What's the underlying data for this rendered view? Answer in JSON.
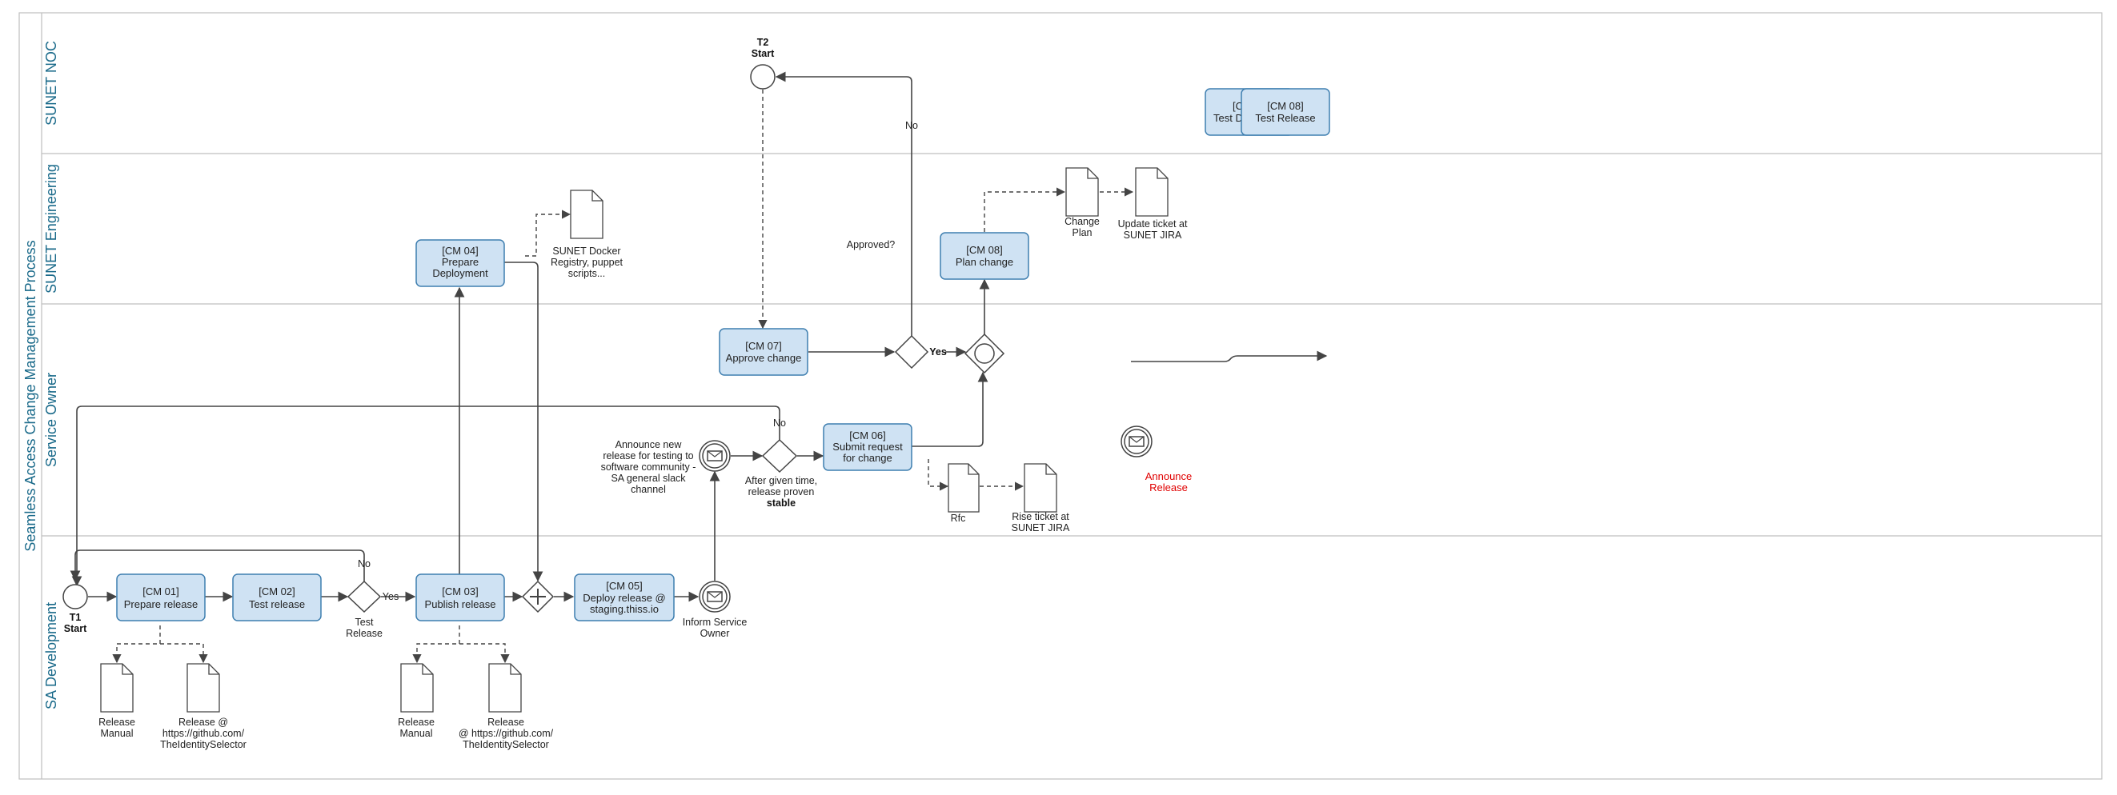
{
  "pool": {
    "title": "Seamless Access Change Management Process"
  },
  "lanes": {
    "noc": "SUNET NOC",
    "eng": "SUNET Engineering",
    "owner": "Service Owner",
    "dev": "SA Development"
  },
  "tasks": {
    "cm01": {
      "id": "[CM 01]",
      "name": "Prepare release"
    },
    "cm02": {
      "id": "[CM 02]",
      "name": "Test release"
    },
    "cm03": {
      "id": "[CM 03]",
      "name": "Publish release"
    },
    "cm04": {
      "id": "[CM 04]",
      "name1": "Prepare",
      "name2": "Deployment"
    },
    "cm05": {
      "id": "[CM 05]",
      "name1": "Deploy release @",
      "name2": "staging.thiss.io"
    },
    "cm06": {
      "id": "[CM 06]",
      "name1": "Submit request",
      "name2": "for change"
    },
    "cm07": {
      "id": "[CM 07]",
      "name": "Approve change"
    },
    "cm08plan": {
      "id": "[CM 08]",
      "name": "Plan change"
    },
    "cm08test": {
      "id": "[CM 08]",
      "name": "Test Release"
    },
    "cm_hidden": {
      "id": "[C",
      "name": "Test D"
    }
  },
  "events": {
    "t1": {
      "line1": "T1",
      "line2": "Start"
    },
    "t2": {
      "line1": "T2",
      "line2": "Start"
    },
    "inform": {
      "line1": "Inform Service",
      "line2": "Owner"
    }
  },
  "gateways": {
    "test_release": {
      "line1": "Test",
      "line2": "Release"
    },
    "stable": {
      "line1": "After given time,",
      "line2": "release proven",
      "line3": "stable"
    }
  },
  "flow_labels": {
    "no1": "No",
    "yes1": "Yes",
    "no2": "No",
    "no3": "No",
    "yes2": "Yes",
    "approved": "Approved?"
  },
  "artifacts": {
    "rm1": {
      "line1": "Release",
      "line2": "Manual"
    },
    "rel1": {
      "line1": "Release @",
      "line2": "https://github.com/",
      "line3": "TheIdentitySelector"
    },
    "rm2": {
      "line1": "Release",
      "line2": "Manual"
    },
    "rel2": {
      "line1": "Release",
      "line2": "@ https://github.com/",
      "line3": "TheIdentitySelector"
    },
    "docker": {
      "line1": "SUNET Docker",
      "line2": "Registry, puppet",
      "line3": "scripts..."
    },
    "rfc": {
      "line1": "Rfc"
    },
    "rise": {
      "line1": "Rise ticket at",
      "line2": "SUNET JIRA"
    },
    "changeplan": {
      "line1": "Change",
      "line2": "Plan"
    },
    "update": {
      "line1": "Update ticket at",
      "line2": "SUNET JIRA"
    }
  },
  "annotations": {
    "announce_new": {
      "line1": "Announce new",
      "line2": "release for testing to",
      "line3": "software community -",
      "line4": "SA general slack",
      "line5": "channel"
    },
    "announce_release": {
      "line1": "Announce",
      "line2": "Release"
    }
  },
  "colors": {
    "task_fill": "#cfe2f3",
    "task_stroke": "#3f7fb0",
    "lane_text": "#1a6a8a",
    "alert_text": "#e00000"
  }
}
